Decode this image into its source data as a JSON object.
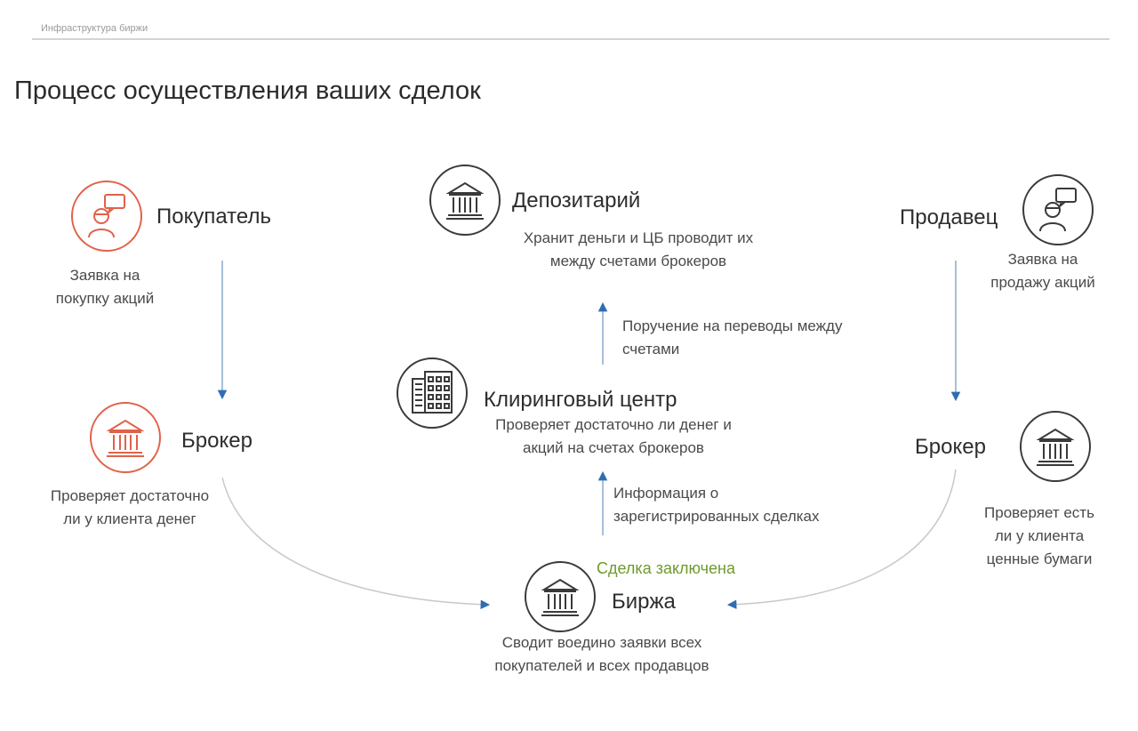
{
  "header": {
    "section": "Инфраструктура биржи"
  },
  "title": "Процесс осуществления ваших сделок",
  "nodes": {
    "buyer": {
      "title": "Покупатель",
      "desc": [
        "Заявка на",
        "покупку акций"
      ],
      "icon": "person-chat-icon"
    },
    "broker_left": {
      "title": "Брокер",
      "desc": [
        "Проверяет достаточно",
        "ли у клиента денег"
      ],
      "icon": "bank-building-icon"
    },
    "depository": {
      "title": "Депозитарий",
      "desc": [
        "Хранит деньги и ЦБ проводит их",
        "между счетами брокеров"
      ],
      "icon": "bank-building-icon"
    },
    "clearing": {
      "title": "Клиринговый центр",
      "desc": [
        "Проверяет достаточно ли денег и",
        "акций на счетах брокеров"
      ],
      "icon": "office-building-icon"
    },
    "exchange": {
      "title": "Биржа",
      "desc": [
        "Сводит воедино заявки всех",
        "покупателей и всех продавцов"
      ],
      "icon": "bank-building-icon"
    },
    "seller": {
      "title": "Продавец",
      "desc": [
        "Заявка на",
        "продажу акций"
      ],
      "icon": "person-chat-icon"
    },
    "broker_right": {
      "title": "Брокер",
      "desc": [
        "Проверяет есть",
        "ли у клиента",
        "ценные бумаги"
      ],
      "icon": "bank-building-icon"
    }
  },
  "edges": {
    "clearing_to_depository": [
      "Поручение на переводы между",
      "счетами"
    ],
    "exchange_to_clearing": [
      "Информация о",
      "зарегистрированных сделках"
    ],
    "deal_status": "Сделка заключена"
  },
  "colors": {
    "accent_red": "#e0624a",
    "arrow_blue": "#2f6db3",
    "status_green": "#6d9a2e",
    "icon_dark": "#3a3a3a"
  }
}
